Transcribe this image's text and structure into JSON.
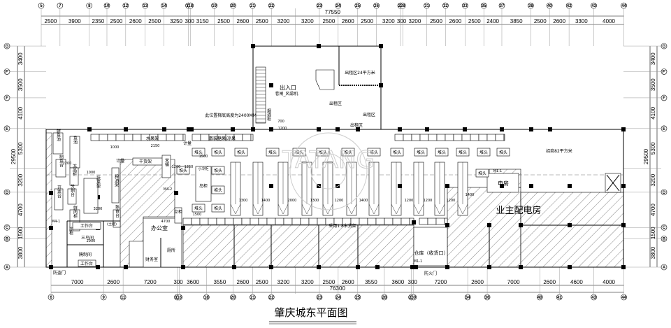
{
  "title": "肇庆城东平面图",
  "watermark": "TATANG",
  "top_axis": {
    "total": "77550",
    "labels": [
      "5",
      "7",
      "8",
      "10",
      "12",
      "13",
      "14",
      "17",
      "18",
      "19",
      "20",
      "21",
      "22",
      "",
      "23",
      "24",
      "25",
      "26",
      "27",
      "28",
      "31",
      "32",
      "33",
      "35",
      "37",
      "38",
      "40",
      "42",
      "43",
      "44"
    ],
    "dims": [
      2500,
      3900,
      2350,
      2500,
      2600,
      2500,
      3250,
      300,
      3150,
      2500,
      2600,
      2500,
      3200,
      3200,
      2500,
      2600,
      2500,
      3200,
      300,
      3200,
      2500,
      2600,
      2500,
      2400,
      3850,
      2500,
      2600,
      3300,
      4000
    ]
  },
  "bottom_axis": {
    "total": "76300",
    "labels": [
      "6",
      "9",
      "11",
      "15",
      "16",
      "18",
      "20",
      "21",
      "22",
      "",
      "23",
      "24",
      "25",
      "28",
      "29",
      "30",
      "34",
      "36",
      "40",
      "41",
      "43",
      "44"
    ],
    "dims": [
      7000,
      2600,
      7200,
      300,
      3600,
      3550,
      2600,
      2500,
      3200,
      3200,
      2500,
      2600,
      3550,
      3600,
      300,
      7200,
      2600,
      7000,
      2600,
      4600,
      4000
    ]
  },
  "side_axis": {
    "total": "29500",
    "labels": [
      "G",
      "F'",
      "F",
      "E",
      "",
      "D",
      "C",
      "B",
      "A"
    ],
    "dims": [
      3400,
      3500,
      4100,
      5300,
      3200,
      4700,
      1500,
      3800
    ]
  },
  "rooms": {
    "entrance": "出入口",
    "shutter": "卷闸_风幕机",
    "rental_24": "出租区24平方米",
    "rental_a": "出租区",
    "rental_b": "出租区",
    "rental_c": "出租区",
    "investment_82": "招商82平方米",
    "power_room": "电房",
    "owner_power_room": "业主配电房",
    "warehouse": "仓库（收货口）",
    "fire_door": "防火门",
    "shelf_note": "采用1.8米货架",
    "office": "办公室",
    "finance": "财务室",
    "toilet": "厕所",
    "three_bird": "三鸟间",
    "marinade": "腌制间",
    "anti_theft_door": "防盗门",
    "escalator_note": "此位置梯底高度为2400MM",
    "tobacco": "烟酒柜",
    "fruit_rack": "水果架",
    "dry_rack": "干货架",
    "bulk_candy": "散装糖果\\凉果",
    "weigh_1": "计量",
    "weigh_2": "计量",
    "rice": "米桶",
    "grain_oil": "粮油架",
    "island": "岛柜",
    "small_fridge": "小冷柜",
    "stand_cabinet": "立柜",
    "veg_rack": "蔬菜架",
    "fish_pool": "鲜鱼池",
    "fish_pool2": "鱼池",
    "fish_table": "制鱼台",
    "frozen": "冻品柜",
    "cut_table": "分割台",
    "bill_table": "开票台",
    "fresh_meat": "鲜肉柜",
    "cooked_food": "熟食台",
    "work_table": "工作台",
    "work_table2": "工作台",
    "freezer": "冻柜",
    "cold_drink": "(土建)",
    "door_m1": "M1-1",
    "door_m1b": "M1-1",
    "door_m4": "M4-1",
    "door_m4b": "M4-2"
  },
  "endcap_label": "堆头",
  "interior_dims": [
    "1000",
    "2150",
    "1200",
    "1250",
    "1500",
    "1300",
    "1400",
    "2000",
    "1300",
    "1200",
    "1400",
    "1200",
    "1200",
    "1200",
    "1400",
    "1500",
    "3200",
    "2200",
    "4700",
    "2900",
    "1000",
    "700",
    "1200"
  ]
}
